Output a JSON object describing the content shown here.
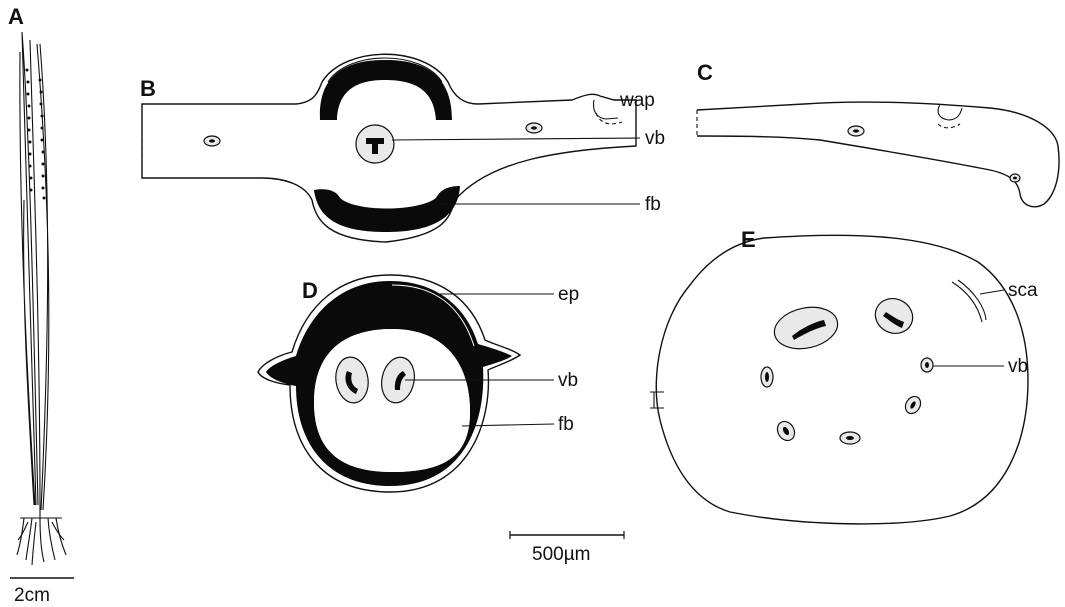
{
  "figure": {
    "panels": [
      "A",
      "B",
      "C",
      "D",
      "E"
    ],
    "labels": {
      "b_wap": "wap",
      "b_vb": "vb",
      "b_fb": "fb",
      "d_ep": "ep",
      "d_vb": "vb",
      "d_fb": "fb",
      "e_sca": "sca",
      "e_vb": "vb"
    },
    "scale_bars": {
      "plant": "2cm",
      "sections": "500µm"
    },
    "colors": {
      "ink": "#111111",
      "fibre_band": "#0a0a0a",
      "bundle_fill": "#e9e9e9"
    }
  }
}
